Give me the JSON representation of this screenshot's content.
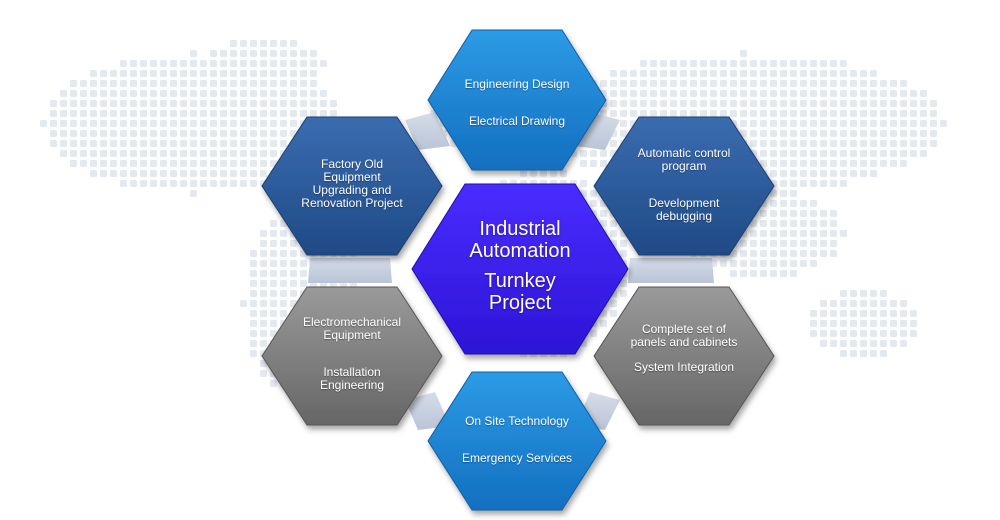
{
  "colors": {
    "top_blue": "#1a86d6",
    "dark_blue": "#2a5a9a",
    "gray": "#7d7d7d",
    "center_purple": "#3b1ff0",
    "connector": "#c9d3e3",
    "map_dots": "#e4e8ef"
  },
  "center": {
    "line1": "Industrial",
    "line2": "Automation",
    "line3": "Turnkey",
    "line4": "Project"
  },
  "hexes": {
    "top": {
      "line1": "Engineering Design",
      "line2": "Electrical Drawing"
    },
    "top_left": {
      "line1": "Factory Old",
      "line2": "Equipment",
      "line3": "Upgrading and",
      "line4": "Renovation Project"
    },
    "top_right": {
      "line1": "Automatic control",
      "line2": "program",
      "line3": "Development",
      "line4": "debugging"
    },
    "bottom_left": {
      "line1": "Electromechanical",
      "line2": "Equipment",
      "line3": "Installation",
      "line4": "Engineering"
    },
    "bottom_right": {
      "line1": "Complete set of",
      "line2": "panels and cabinets",
      "line3": "System Integration"
    },
    "bottom": {
      "line1": "On Site Technology",
      "line2": "Emergency Services"
    }
  }
}
